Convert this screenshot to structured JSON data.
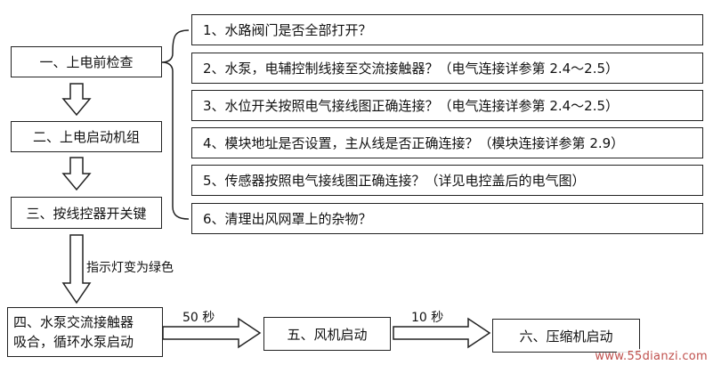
{
  "steps": {
    "pre_check": "一、上电前检查",
    "power_on": "二、上电启动机组",
    "press_key": "三、按线控器开关键",
    "pump_contactor_l1": "四、水泵交流接触器",
    "pump_contactor_l2": "吸合，循环水泵启动",
    "fan_start": "五、风机启动",
    "compressor_start": "六、压缩机启动"
  },
  "checklist": [
    "1、水路阀门是否全部打开？",
    "2、水泵，电辅控制线接至交流接触器？（电气连接详参第 2.4～2.5）",
    "3、水位开关按照电气接线图正确连接？（电气连接详参第 2.4～2.5）",
    "4、模块地址是否设置，主从线是否正确连接？（模块连接详参第 2.9）",
    "5、传感器按照电气接线图正确连接？（详见电控盖后的电气图）",
    "6、清理出风网罩上的杂物？"
  ],
  "labels": {
    "indicator": "指示灯变为绿色",
    "delay_fan": "50 秒",
    "delay_compressor": "10 秒"
  },
  "watermark": "www.55dianzi.com",
  "colors": {
    "line": "#222222",
    "watermark": "#c0504d"
  }
}
